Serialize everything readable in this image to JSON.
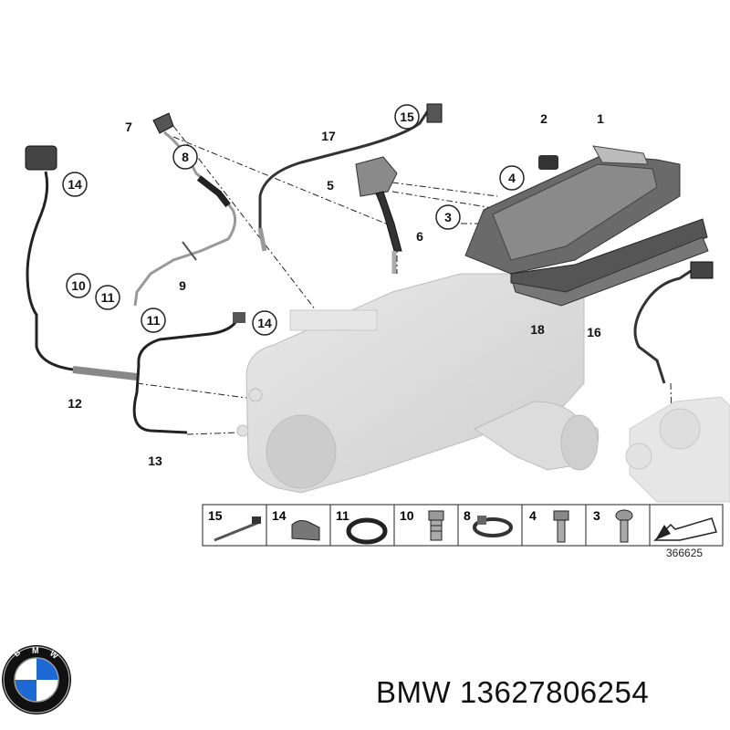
{
  "diagram": {
    "callouts": [
      {
        "id": "c1",
        "label": "1",
        "circled": false
      },
      {
        "id": "c2",
        "label": "2",
        "circled": false
      },
      {
        "id": "c3",
        "label": "3",
        "circled": true
      },
      {
        "id": "c4",
        "label": "4",
        "circled": true
      },
      {
        "id": "c5",
        "label": "5",
        "circled": false
      },
      {
        "id": "c6",
        "label": "6",
        "circled": false
      },
      {
        "id": "c7",
        "label": "7",
        "circled": false
      },
      {
        "id": "c8",
        "label": "8",
        "circled": true
      },
      {
        "id": "c9",
        "label": "9",
        "circled": false
      },
      {
        "id": "c10",
        "label": "10",
        "circled": true
      },
      {
        "id": "c11a",
        "label": "11",
        "circled": true
      },
      {
        "id": "c11b",
        "label": "11",
        "circled": true
      },
      {
        "id": "c12",
        "label": "12",
        "circled": false
      },
      {
        "id": "c13",
        "label": "13",
        "circled": false
      },
      {
        "id": "c14a",
        "label": "14",
        "circled": true
      },
      {
        "id": "c14b",
        "label": "14",
        "circled": true
      },
      {
        "id": "c15",
        "label": "15",
        "circled": true
      },
      {
        "id": "c16",
        "label": "16",
        "circled": false
      },
      {
        "id": "c17",
        "label": "17",
        "circled": false
      },
      {
        "id": "c18",
        "label": "18",
        "circled": false
      }
    ],
    "legend": [
      "15",
      "14",
      "11",
      "10",
      "8",
      "4",
      "3"
    ],
    "image_number": "366625"
  },
  "brand": "BMW",
  "part_number": "13627806254",
  "colors": {
    "ink": "#111111",
    "housing": "#d9d9d9",
    "logo_blue": "#1c69d4"
  }
}
